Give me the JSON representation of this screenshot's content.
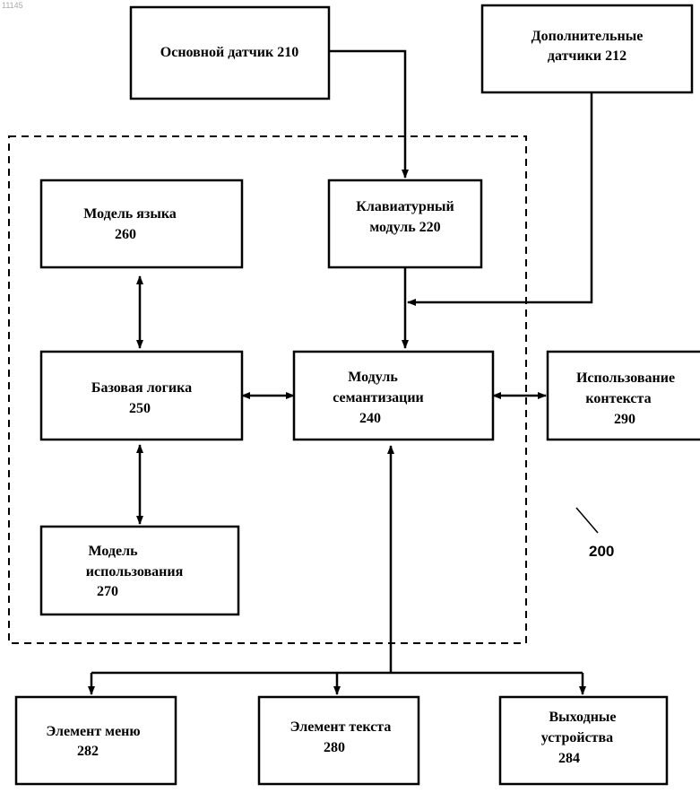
{
  "corner_tag": "11145",
  "figure_ref": "200",
  "nodes": {
    "main_sensor": {
      "line1": "Основной датчик 210"
    },
    "extra_sensors": {
      "line1": "Дополнительные",
      "line2": "датчики  212"
    },
    "keyboard": {
      "line1": "Клавиатурный",
      "line2": "модуль 220"
    },
    "lang_model": {
      "line1": "Модель языка",
      "line2": "260"
    },
    "base_logic": {
      "line1": "Базовая логика",
      "line2": "250"
    },
    "semantic": {
      "line1": "Модуль",
      "line2": "семантизации",
      "line3": "240"
    },
    "context": {
      "line1": "Использование",
      "line2": "контекста",
      "line3": "290"
    },
    "usage_model": {
      "line1": "Модель",
      "line2": "использования",
      "line3": "270"
    },
    "menu_item": {
      "line1": "Элемент меню",
      "line2": "282"
    },
    "text_item": {
      "line1": "Элемент текста",
      "line2": "280"
    },
    "output": {
      "line1": "Выходные",
      "line2": "устройства",
      "line3": "284"
    }
  }
}
